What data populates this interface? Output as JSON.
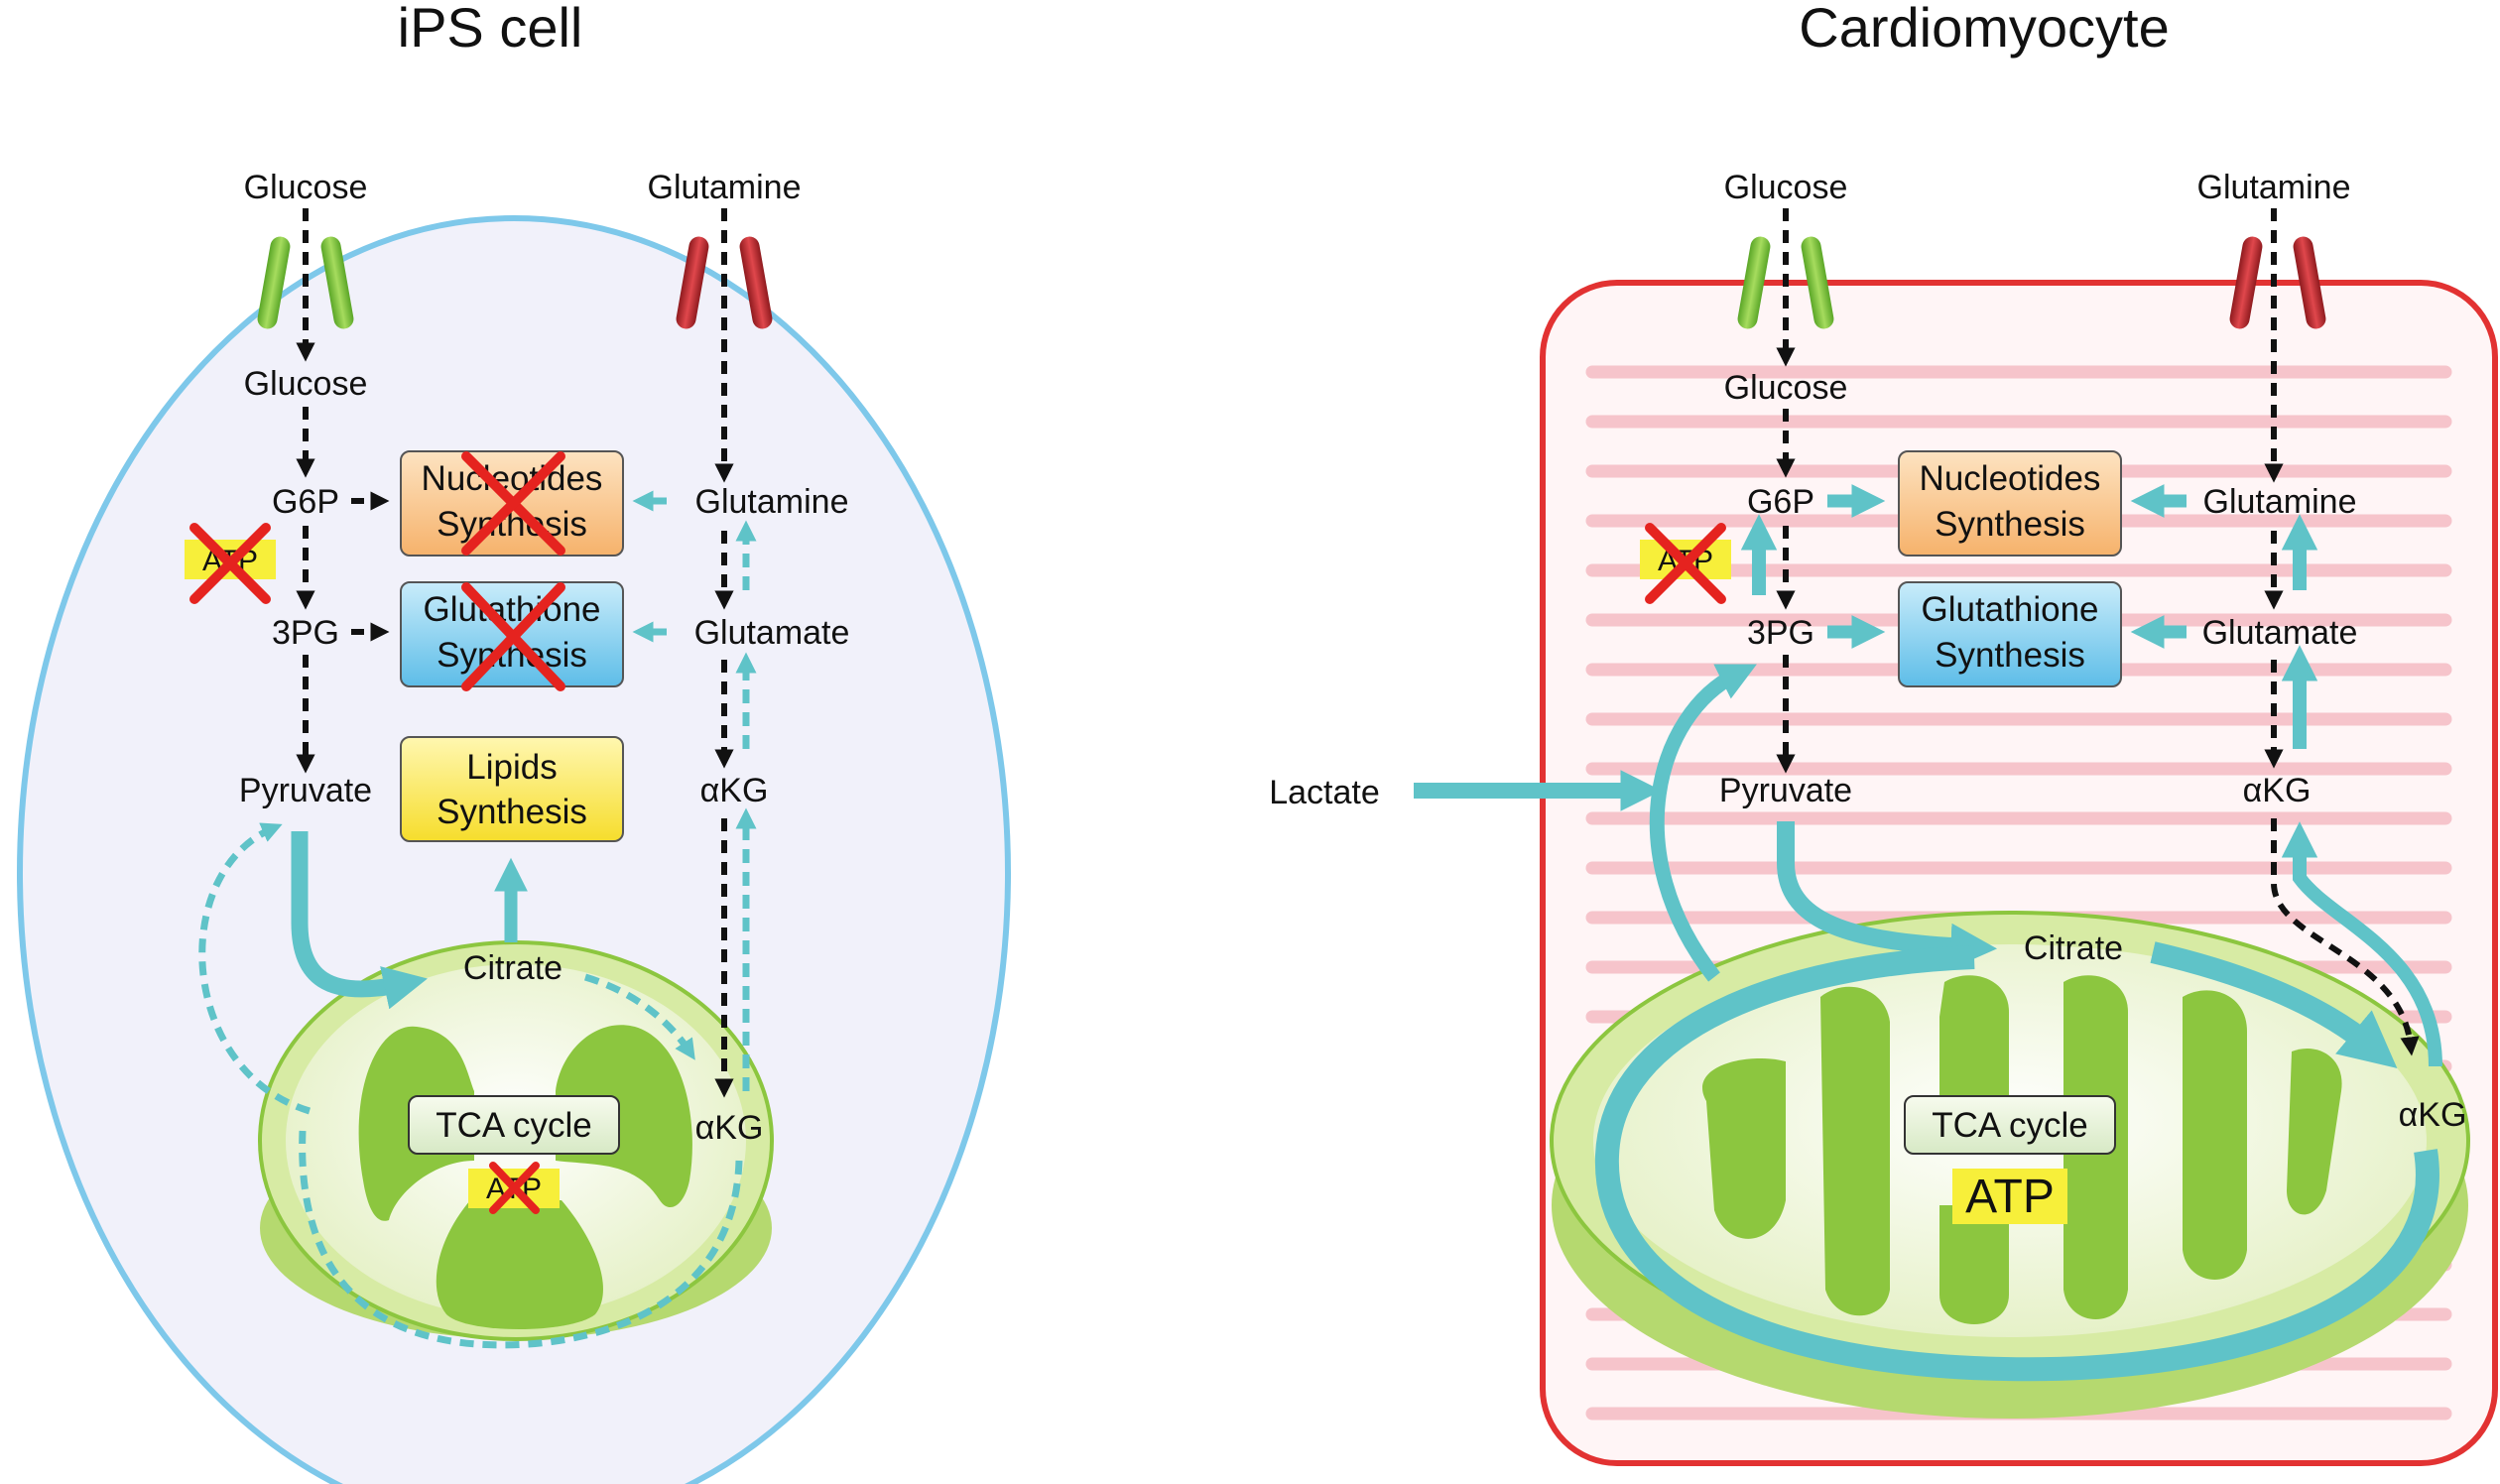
{
  "colors": {
    "cyan": "#5fc3c8",
    "ips_membrane": "#7ec8ea",
    "ips_fill": "#f1f1fa",
    "cardio_border": "#e23232",
    "cardio_fill": "#fff5f6",
    "stripes": "#f6c4cb",
    "glucose_channel": "#7dbf3a",
    "glutamine_channel": "#b7262b",
    "mito_green": "#8cc63f",
    "mito_light": "#dcedb0",
    "nucleotide_box": "#f9c98a",
    "glutathione_box": "#86cdef",
    "lipid_box": "#fbe94b",
    "atp_highlight": "#f7ef3a",
    "cross": "#e5231f"
  },
  "ips": {
    "title": "iPS cell",
    "glucose_in": "Glucose",
    "glutamine_in": "Glutamine",
    "glucose": "Glucose",
    "g6p": "G6P",
    "pg3": "3PG",
    "pyruvate": "Pyruvate",
    "glutamine": "Glutamine",
    "glutamate": "Glutamate",
    "akg": "αKG",
    "citrate": "Citrate",
    "akg_mito": "αKG",
    "tca": "TCA cycle",
    "atp": "ATP",
    "atp_mito": "ATP",
    "nucleotides": [
      "Nucleotides",
      "Synthesis"
    ],
    "glutathione": [
      "Glutathione",
      "Synthesis"
    ],
    "lipids": [
      "Lipids",
      "Synthesis"
    ]
  },
  "cardio": {
    "title": "Cardiomyocyte",
    "glucose_in": "Glucose",
    "glutamine_in": "Glutamine",
    "glucose": "Glucose",
    "g6p": "G6P",
    "pg3": "3PG",
    "pyruvate": "Pyruvate",
    "glutamine": "Glutamine",
    "glutamate": "Glutamate",
    "akg": "αKG",
    "citrate": "Citrate",
    "akg_mito": "αKG",
    "tca": "TCA cycle",
    "atp": "ATP",
    "atp_mito": "ATP",
    "lactate": "Lactate",
    "nucleotides": [
      "Nucleotides",
      "Synthesis"
    ],
    "glutathione": [
      "Glutathione",
      "Synthesis"
    ]
  }
}
